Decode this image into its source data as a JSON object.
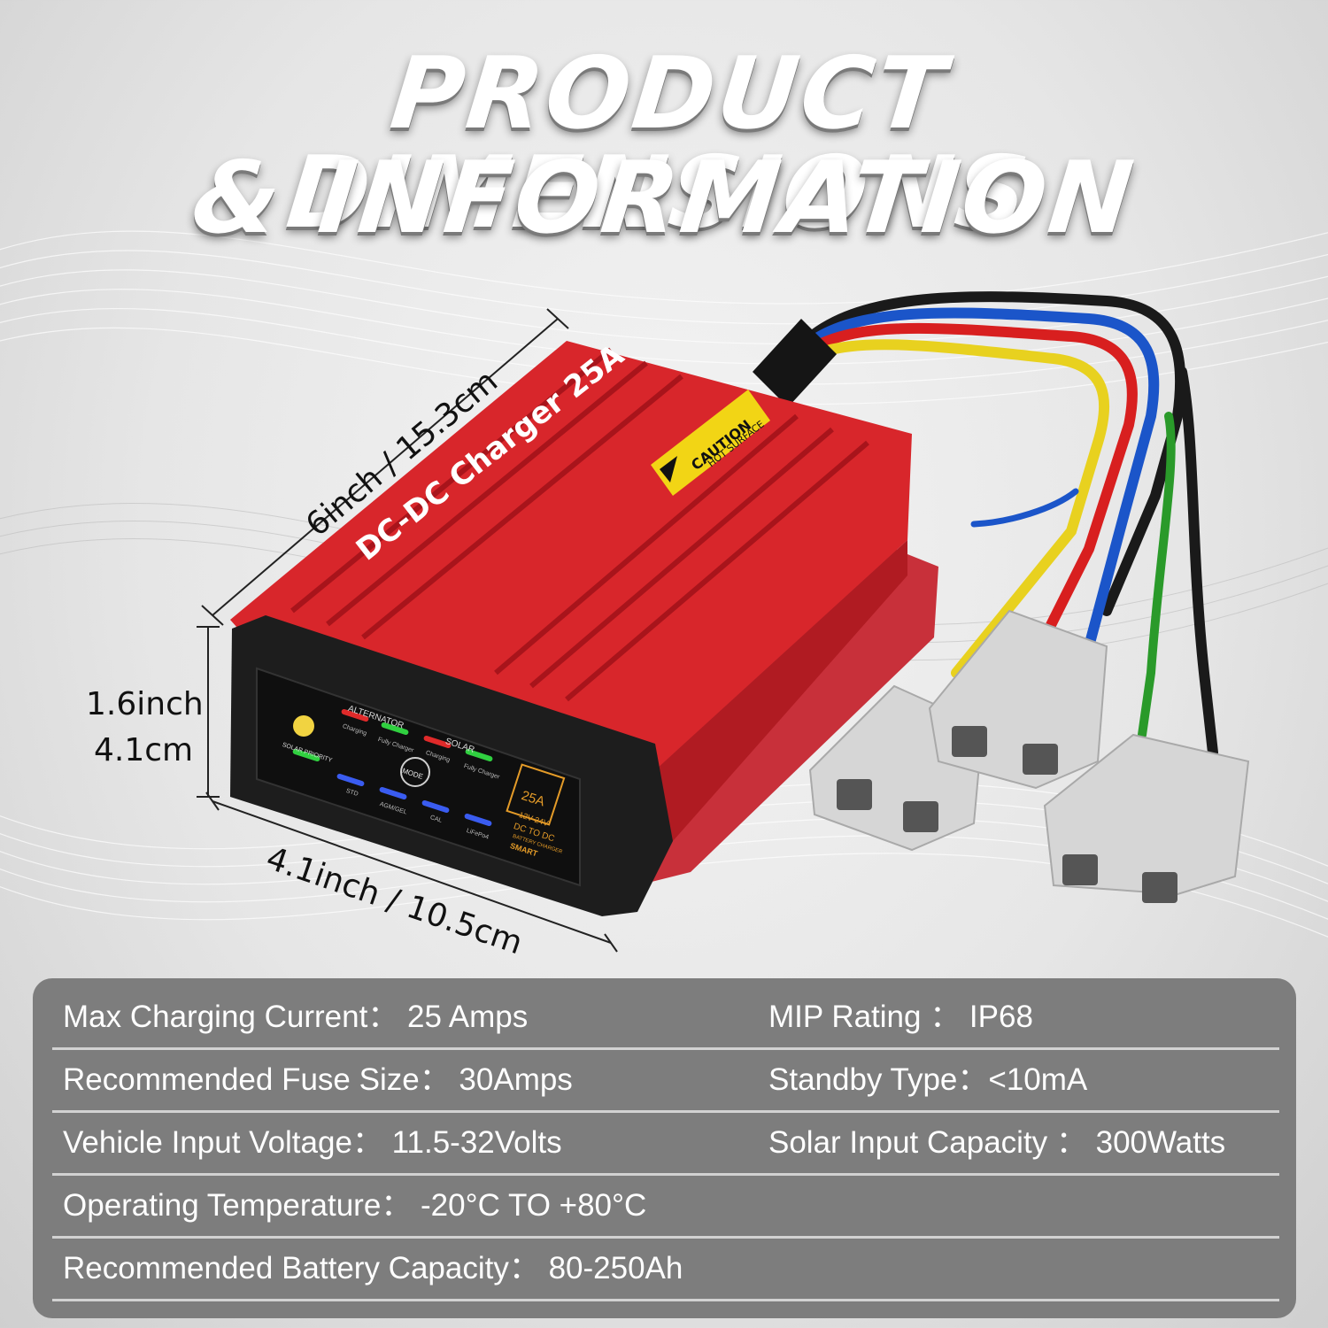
{
  "title": {
    "line1": "PRODUCT DIMENSIONS",
    "line2": "& INFORMATION"
  },
  "dimensions": {
    "length": "6inch / 15.3cm",
    "height_in": "1.6inch",
    "height_cm": "4.1cm",
    "width": "4.1inch / 10.5cm"
  },
  "device": {
    "name": "DC-DC Charger 25A",
    "caution_title": "CAUTION",
    "caution_sub": "HOT SURFACE",
    "panel": {
      "alternator": "ALTERNATOR",
      "solar": "SOLAR",
      "charging": "Charging",
      "fully_charger": "Fully Charger",
      "solar_priority": "SOLAR PRIORITY",
      "mode": "MODE",
      "modes": [
        "STD",
        "AGM/GEL",
        "CAL",
        "LiFePo4"
      ],
      "badge_amp": "25A",
      "badge_volt": "12V 24V",
      "badge_line1": "DC TO DC",
      "badge_line2": "BATTERY CHARGER",
      "badge_line3": "SMART"
    }
  },
  "specs": [
    {
      "left": "Max Charging Current： 25 Amps",
      "right": "MIP Rating ： IP68"
    },
    {
      "left": "Recommended Fuse Size： 30Amps",
      "right": "Standby Type：<10mA"
    },
    {
      "left": "Vehicle Input Voltage： 11.5-32Volts",
      "right": "Solar Input Capacity ： 300Watts"
    },
    {
      "left": "Operating Temperature： -20°C TO +80°C",
      "right": ""
    },
    {
      "left": "Recommended Battery Capacity： 80-250Ah",
      "right": ""
    }
  ],
  "colors": {
    "body_red": "#d8262b",
    "panel_gray": "#7d7d7d",
    "dark": "#1d1d1d"
  }
}
